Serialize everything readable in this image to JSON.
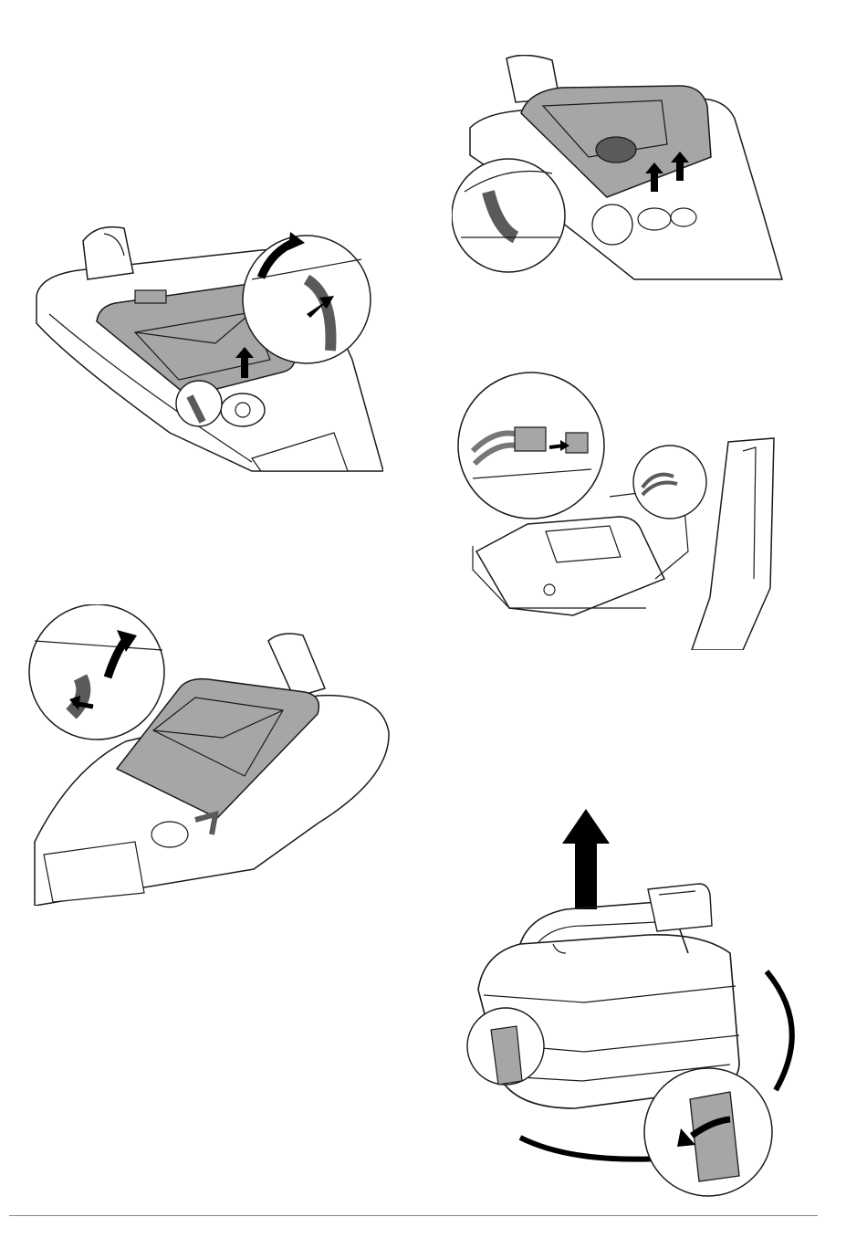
{
  "colors": {
    "outline": "#1a1a1a",
    "fill_light": "#ffffff",
    "fill_grey": "#a6a6a6",
    "fill_dark": "#5a5a5a",
    "arrow": "#000000",
    "rule": "#888888"
  },
  "figures": [
    {
      "name": "fig-1",
      "description_icon": "battery-cover-latch-release"
    },
    {
      "name": "fig-2",
      "description_icon": "battery-cover-lift"
    },
    {
      "name": "fig-3",
      "description_icon": "battery-cover-open"
    },
    {
      "name": "fig-4",
      "description_icon": "battery-connector-unplug"
    },
    {
      "name": "fig-5",
      "description_icon": "battery-pack-lift-out"
    }
  ]
}
